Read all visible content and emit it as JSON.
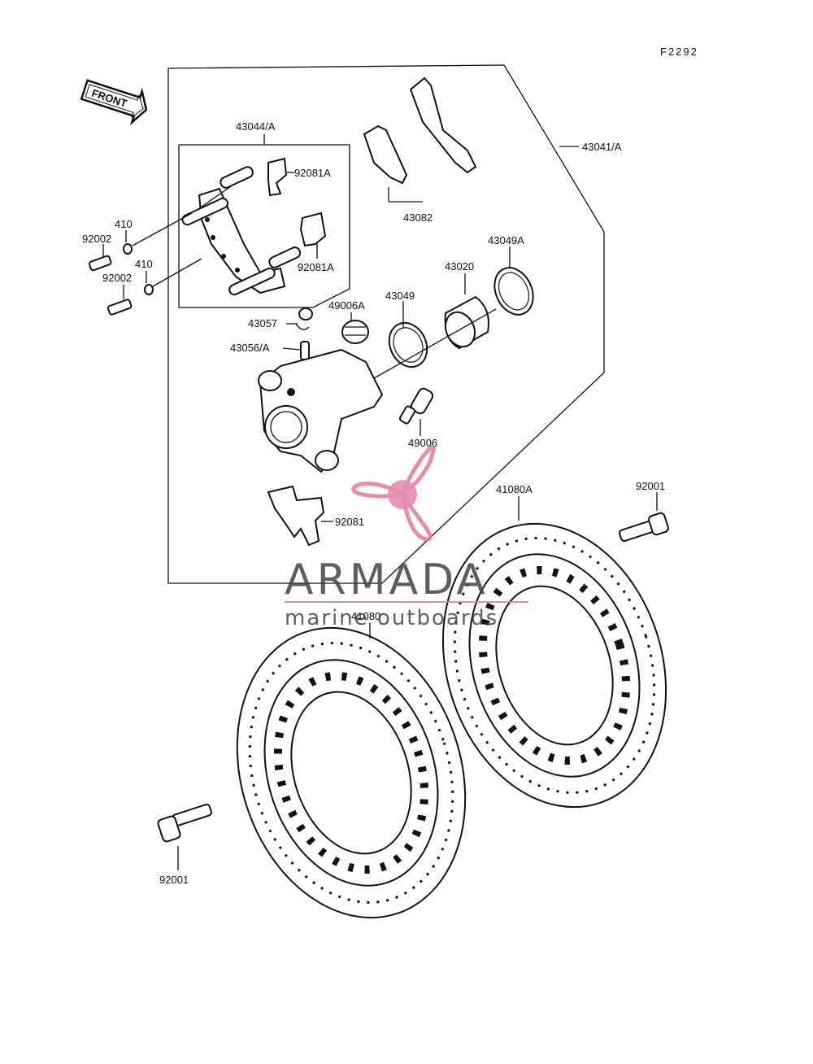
{
  "figure_code": "F2292",
  "front_label": "FRONT",
  "parts": {
    "caliper_assembly": "43041/A",
    "holder_assembly": "43044/A",
    "pad_spring_upper": "92081A",
    "pad_spring_lower": "92081A",
    "washer_upper": "410",
    "washer_lower": "410",
    "bolt_upper": "92002",
    "bolt_lower": "92002",
    "pads": "43082",
    "piston_seal_outer": "43049A",
    "piston": "43020",
    "piston_seal": "43049",
    "boot": "49006A",
    "bleeder_cap": "43057",
    "bleeder_valve": "43056/A",
    "pin_bolt": "49006",
    "pad_spring": "92081",
    "disc_right": "41080A",
    "disc_left": "41080",
    "disc_bolt_right": "92001",
    "disc_bolt_left": "92001"
  },
  "watermark": {
    "brand": "ARMADA",
    "tagline": "marine outboards",
    "colors": {
      "logo": "#e07aa0",
      "text": "#4a4a4a"
    }
  }
}
